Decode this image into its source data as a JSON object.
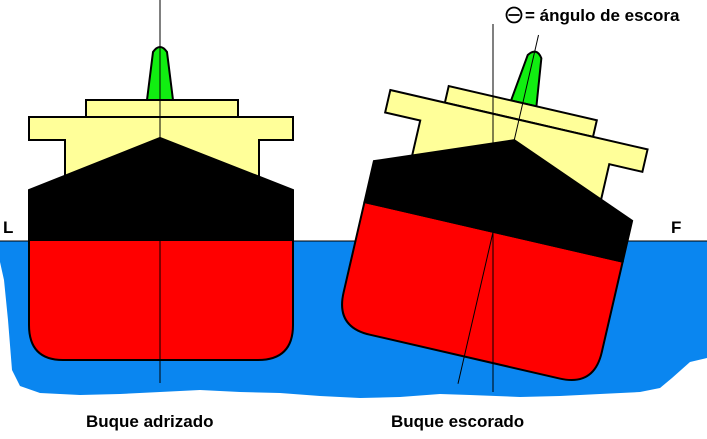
{
  "labels": {
    "left_waterline": "L",
    "right_waterline": "F",
    "heel_symbol": "Θ",
    "heel_legend": "= ángulo de escora",
    "caption_upright": "Buque adrizado",
    "caption_heeled": "Buque escorado"
  },
  "heel_angle_deg": 13,
  "colors": {
    "sea": "#0a86f0",
    "hull_below_water": "#ff0000",
    "hull_above_water": "#000000",
    "superstructure": "#ffff99",
    "funnel": "#11ee11",
    "outline": "#000000",
    "centerline": "#000000"
  }
}
